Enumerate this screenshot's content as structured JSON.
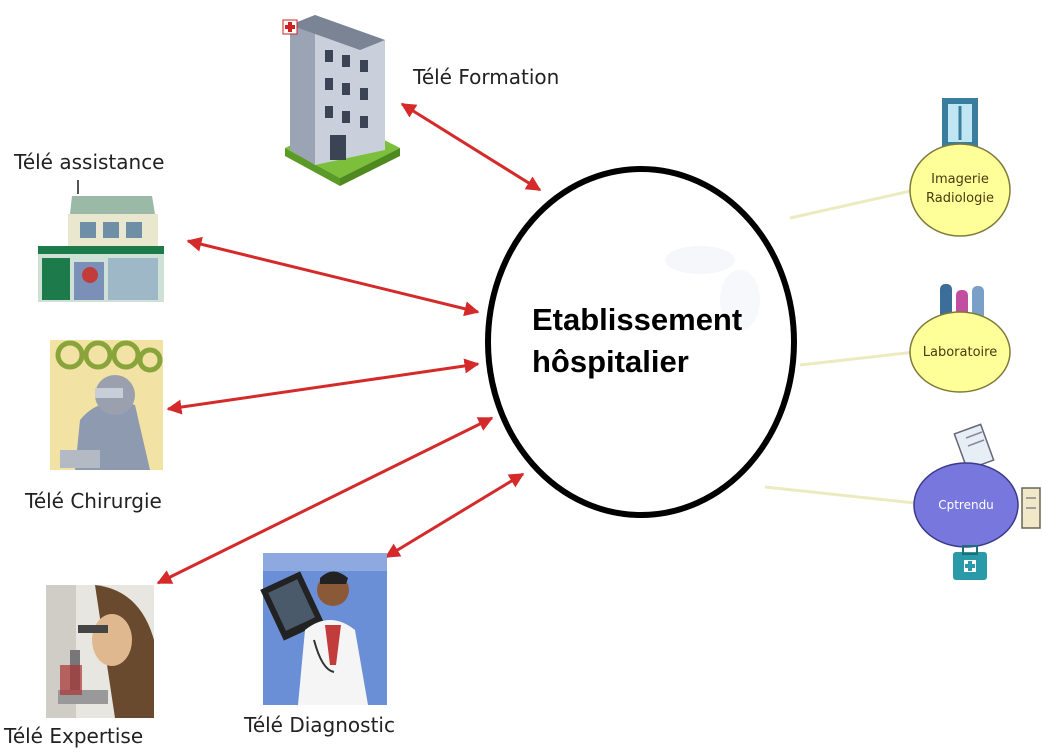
{
  "center": {
    "line1": "Etablissement",
    "line2": "hôspitalier"
  },
  "services": {
    "formation": "Télé Formation",
    "assistance": "Télé assistance",
    "chirurgie": "Télé Chirurgie",
    "expertise": "Télé Expertise",
    "diagnostic": "Télé Diagnostic"
  },
  "departments": {
    "imagerie_line1": "Imagerie",
    "imagerie_line2": "Radiologie",
    "laboratoire": "Laboratoire",
    "cptrendu": "Cptrendu"
  },
  "colors": {
    "arrow": "#d42a2a",
    "connector": "#e6e6b0",
    "yellow_node": "#ffff99",
    "blue_node": "#7777dd"
  }
}
